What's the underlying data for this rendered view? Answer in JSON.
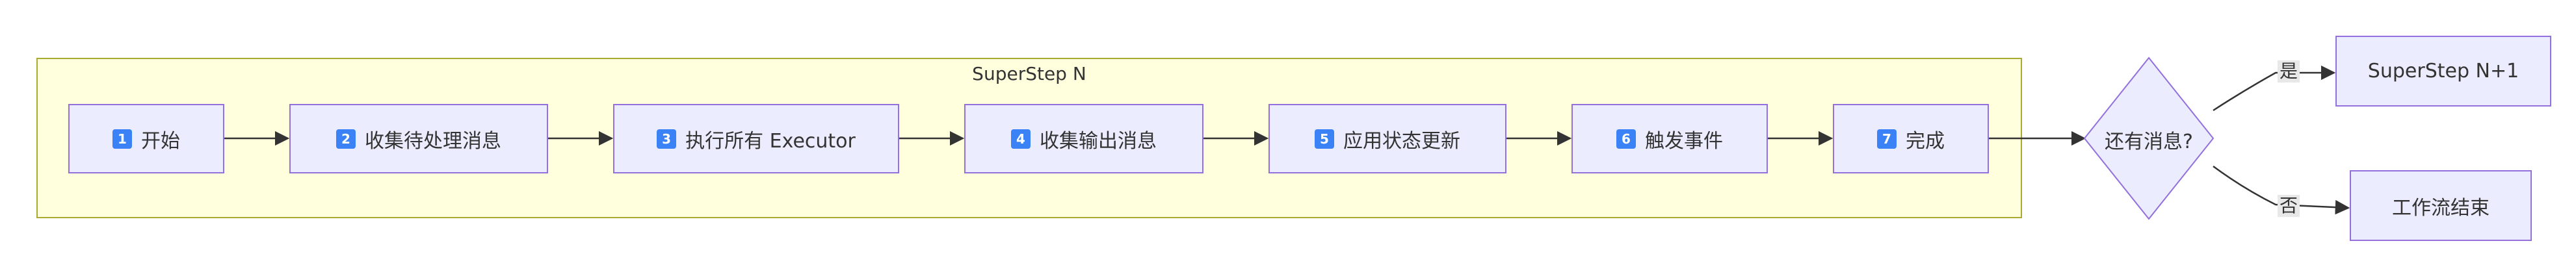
{
  "cluster": {
    "title": "SuperStep N"
  },
  "steps": [
    {
      "badge": "1",
      "label": "开始"
    },
    {
      "badge": "2",
      "label": "收集待处理消息"
    },
    {
      "badge": "3",
      "label": "执行所有 Executor"
    },
    {
      "badge": "4",
      "label": "收集输出消息"
    },
    {
      "badge": "5",
      "label": "应用状态更新"
    },
    {
      "badge": "6",
      "label": "触发事件"
    },
    {
      "badge": "7",
      "label": "完成"
    }
  ],
  "decision": {
    "label": "还有消息?"
  },
  "outcomes": {
    "next": {
      "label": "SuperStep N+1",
      "edge_label": "是"
    },
    "end": {
      "label": "工作流结束",
      "edge_label": "否"
    }
  },
  "colors": {
    "node_fill": "#ececff",
    "node_border": "#9370db",
    "cluster_fill": "#ffffde",
    "cluster_border": "#aaaa33",
    "badge": "#3b82f6",
    "edge": "#333333"
  },
  "icons": {
    "step_badge": "keycap-number-icon",
    "arrow": "arrowhead-icon"
  }
}
